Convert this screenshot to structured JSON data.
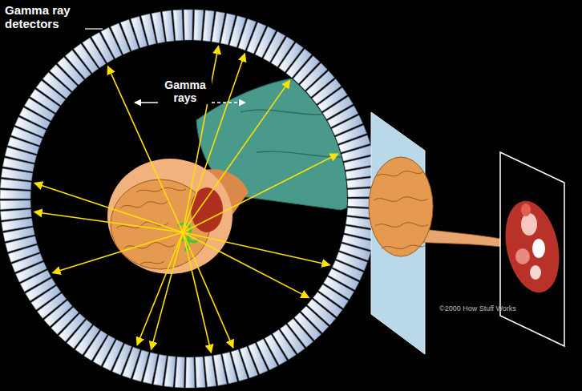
{
  "diagram": {
    "labels": [
      "Gamma ray detectors",
      "Gamma rays",
      "©2000 How Stuff Works"
    ]
  }
}
